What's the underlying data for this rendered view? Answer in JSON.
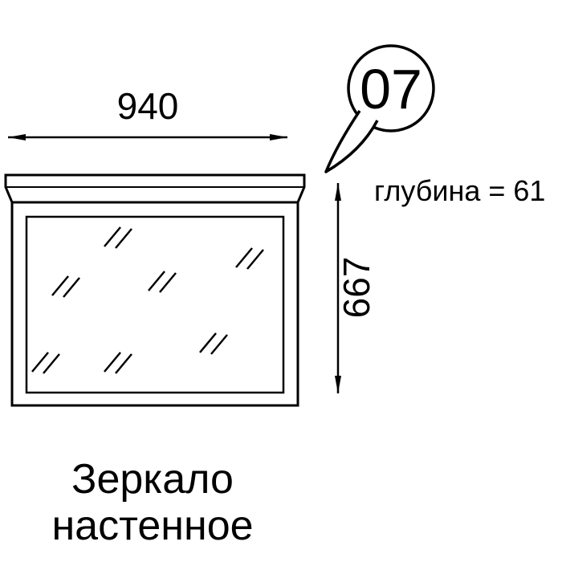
{
  "page": {
    "background_color": "#ffffff",
    "line_color": "#000000"
  },
  "callout": {
    "number": "07"
  },
  "dimensions": {
    "width_label": "940",
    "height_label": "667",
    "depth_label": "глубина = 61"
  },
  "product": {
    "title_line1": "Зеркало",
    "title_line2": "настенное"
  }
}
